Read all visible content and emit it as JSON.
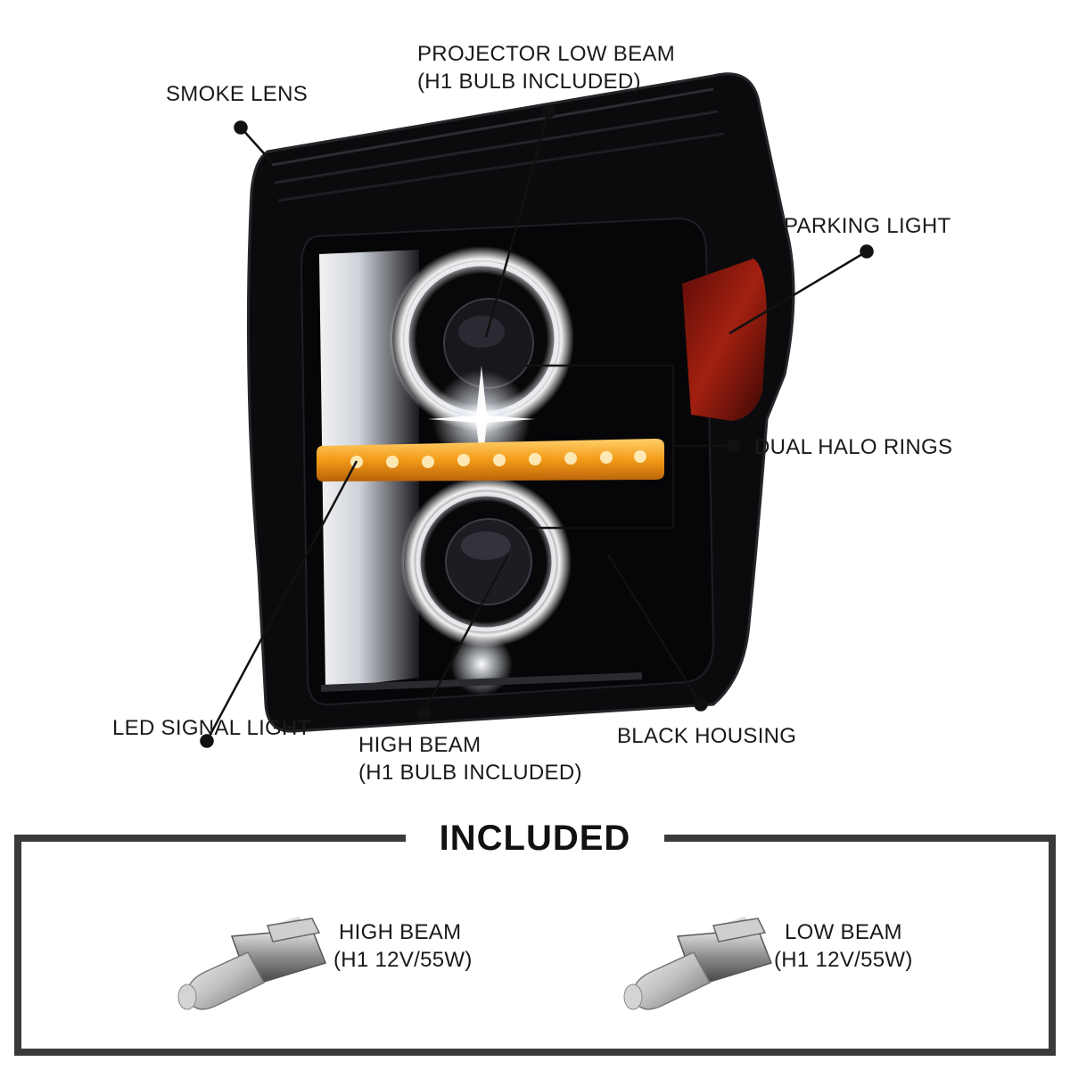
{
  "callouts": {
    "projector_low_beam": {
      "line1": "PROJECTOR LOW BEAM",
      "line2": "(H1 BULB INCLUDED)"
    },
    "smoke_lens": "SMOKE LENS",
    "parking_light": "PARKING LIGHT",
    "dual_halo_rings": "DUAL HALO RINGS",
    "led_signal_light": "LED SIGNAL LIGHT",
    "high_beam": {
      "line1": "HIGH BEAM",
      "line2": "(H1 BULB INCLUDED)"
    },
    "black_housing": "BLACK HOUSING"
  },
  "included": {
    "title": "INCLUDED",
    "items": [
      {
        "line1": "HIGH BEAM",
        "line2": "(H1 12V/55W)"
      },
      {
        "line1": "LOW BEAM",
        "line2": "(H1 12V/55W)"
      }
    ]
  },
  "colors": {
    "housing": "#0a0a0c",
    "signal_amber": "#f5a623",
    "parking_red": "#8b1a10",
    "halo_glow": "#ffffff",
    "frame": "#3a3a3a"
  },
  "icons": {
    "headlight": "headlight-assembly-illustration",
    "bulb": "h1-bulb-icon"
  }
}
